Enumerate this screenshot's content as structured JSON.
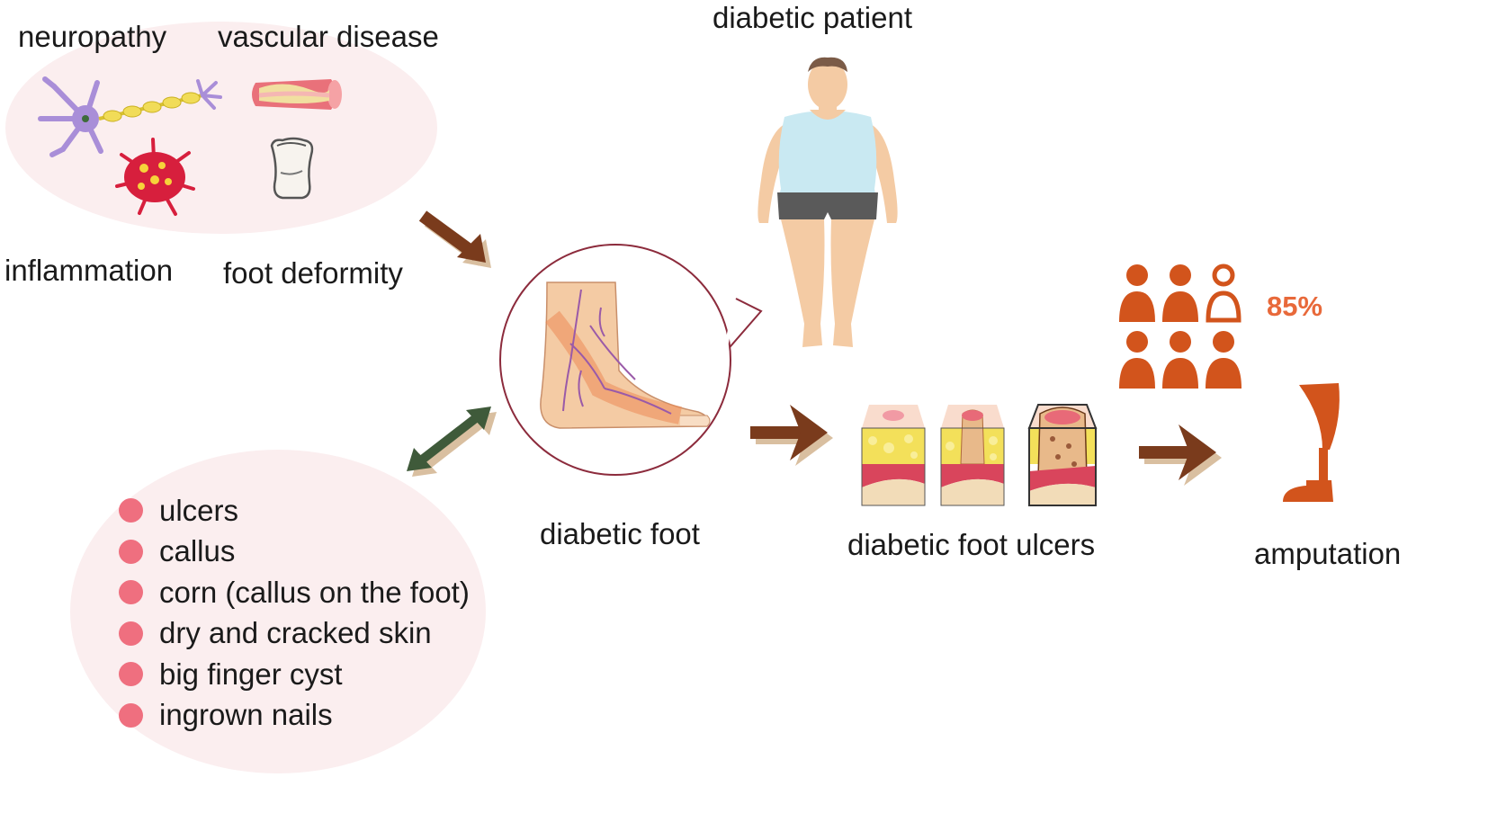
{
  "risk_factors": {
    "neuropathy": "neuropathy",
    "vascular": "vascular disease",
    "inflammation": "inflammation",
    "deformity": "foot deformity"
  },
  "patient_label": "diabetic patient",
  "foot_label": "diabetic foot",
  "ulcers_label": "diabetic foot ulcers",
  "amputation_label": "amputation",
  "stat": {
    "value": "85%",
    "filled_people": 5,
    "total_people": 6
  },
  "conditions": [
    "ulcers",
    "callus",
    "corn (callus on the foot)",
    "dry and cracked skin",
    "big finger cyst",
    "ingrown nails"
  ],
  "colors": {
    "blob": "#fbeeef",
    "bullet": "#ef6f7f",
    "arrow_dark": "#7a3b1c",
    "arrow_light": "#d9bfa0",
    "double_arrow": "#3f5a3a",
    "stat": "#d2541c",
    "skin": "#f4cba4",
    "shirt": "#c9e9f2",
    "circle_border": "#8c2b3c"
  }
}
